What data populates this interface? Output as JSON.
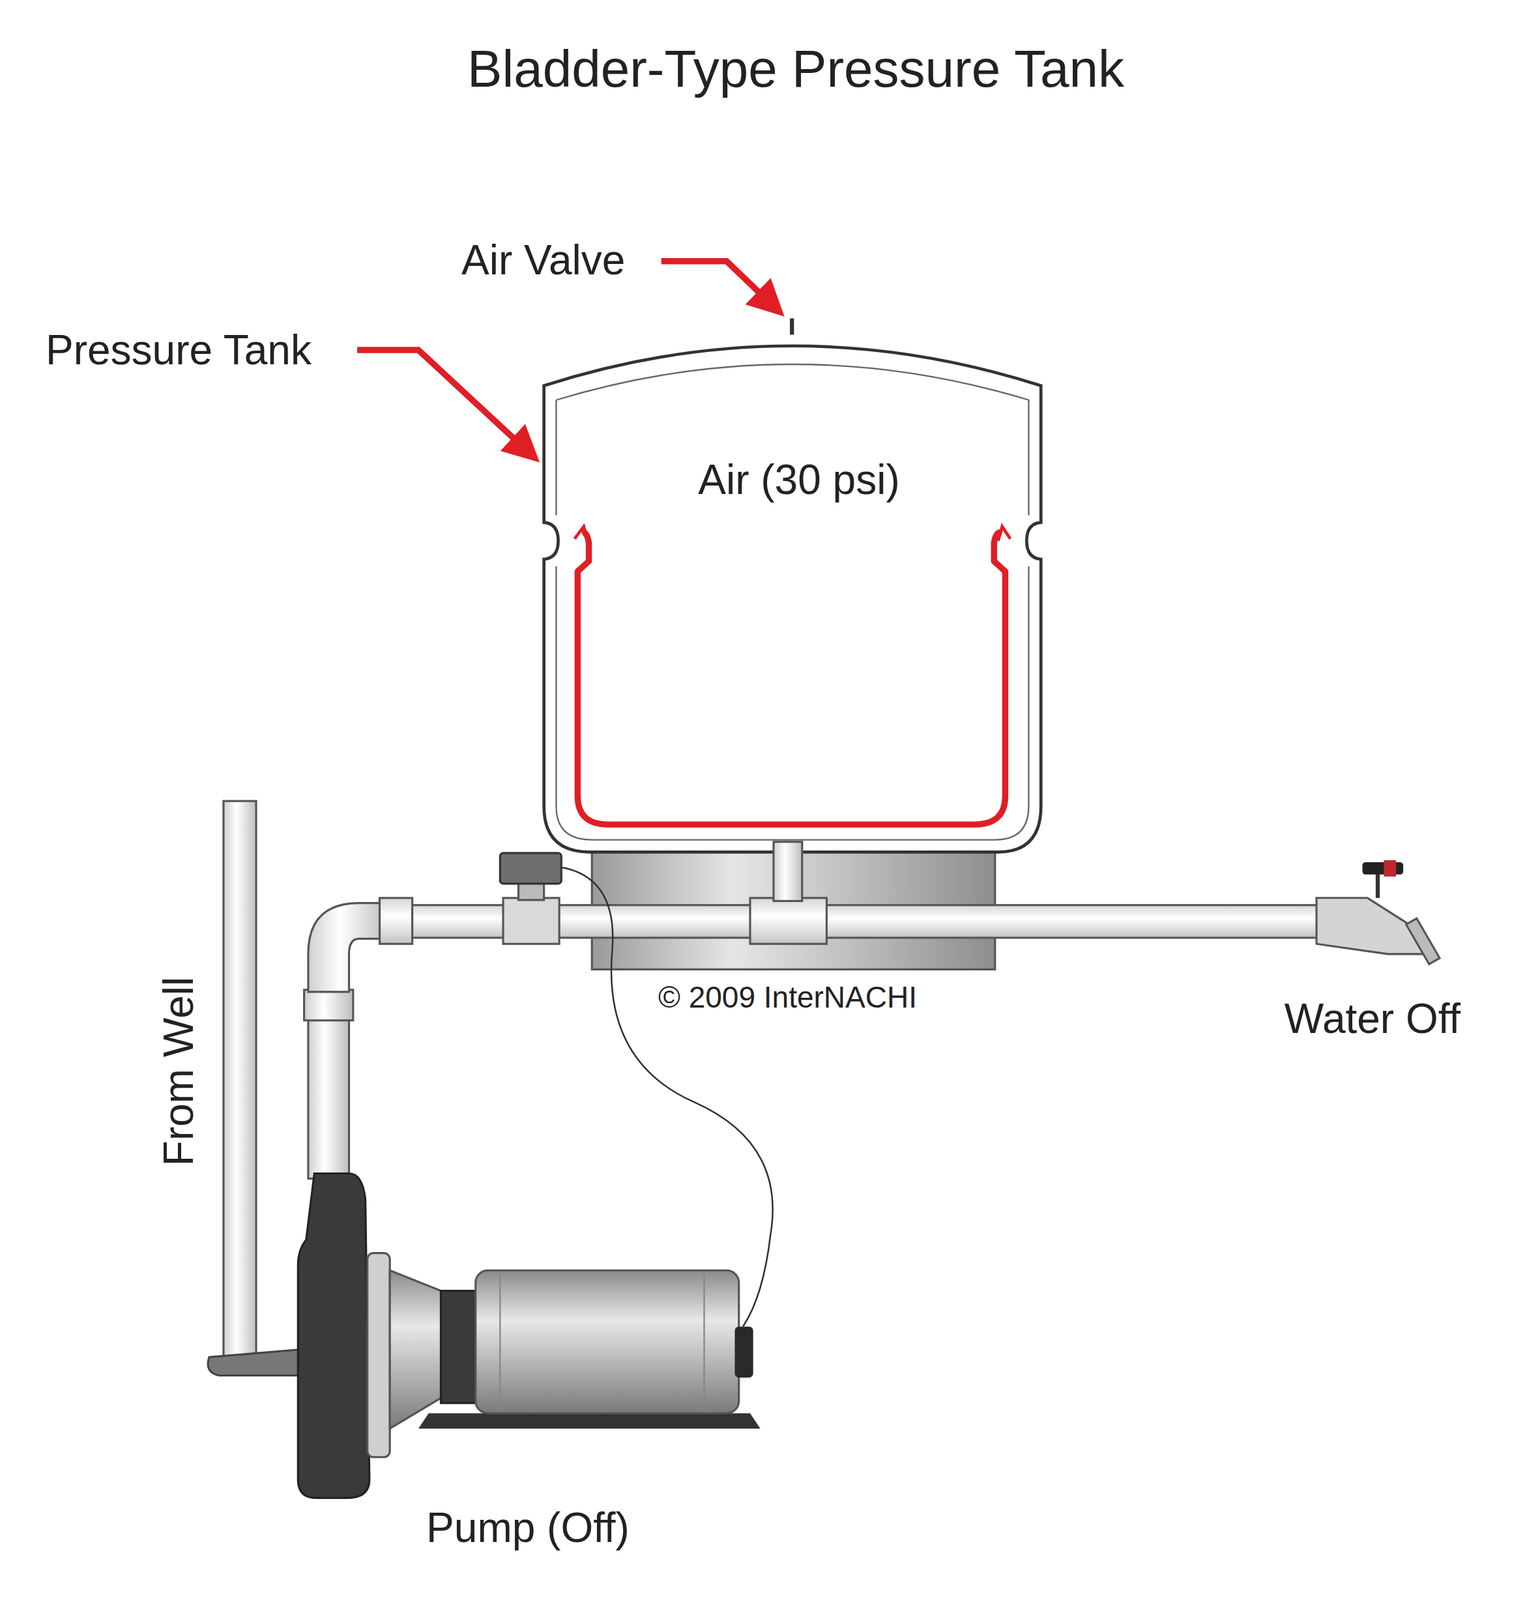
{
  "diagram": {
    "title": "Bladder-Type Pressure Tank",
    "labels": [
      "Air Valve",
      "Pressure Tank",
      "Air (30 psi)",
      "From Well",
      "© 2009 InterNACHI",
      "Water Off",
      "Pump (Off)"
    ]
  }
}
